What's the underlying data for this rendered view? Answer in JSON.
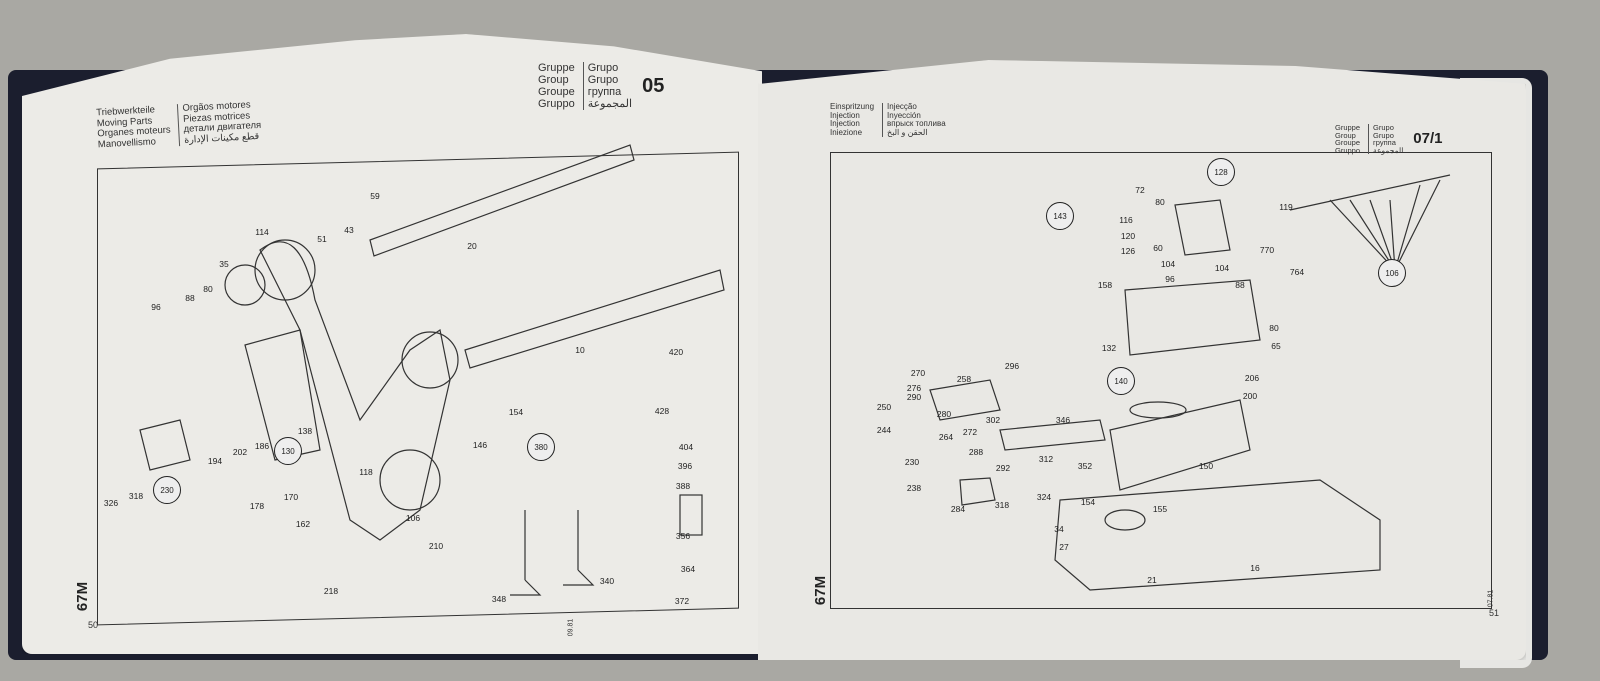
{
  "left_page": {
    "title_lines_a": [
      "Triebwerkteile",
      "Moving Parts",
      "Organes moteurs",
      "Manovellismo"
    ],
    "title_lines_b": [
      "Orgãos motores",
      "Piezas motrices",
      "детали двигателя",
      "قطع مكينات الإدارة"
    ],
    "group_labels_a": [
      "Gruppe",
      "Group",
      "Groupe",
      "Gruppo"
    ],
    "group_labels_b": [
      "Grupo",
      "Grupo",
      "группа",
      "المجموعة"
    ],
    "group_number": "05",
    "side_code": "67M",
    "page_number": "50",
    "date": "09.81",
    "part_numbers": [
      "59",
      "20",
      "114",
      "51",
      "43",
      "35",
      "96",
      "88",
      "80",
      "10",
      "420",
      "428",
      "154",
      "146",
      "380",
      "404",
      "396",
      "388",
      "356",
      "364",
      "372",
      "348",
      "340",
      "218",
      "210",
      "106",
      "162",
      "178",
      "170",
      "118",
      "130",
      "138",
      "186",
      "202",
      "194",
      "230",
      "326",
      "318"
    ]
  },
  "right_page": {
    "title_lines_a": [
      "Einspritzung",
      "Injection",
      "Injection",
      "Iniezione"
    ],
    "title_lines_b": [
      "Injecção",
      "Inyección",
      "впрыск топлива",
      "الحقن و البخ"
    ],
    "group_labels_a": [
      "Gruppe",
      "Group",
      "Groupe",
      "Gruppo"
    ],
    "group_labels_b": [
      "Grupo",
      "Grupo",
      "группа",
      "المجموعة"
    ],
    "group_number": "07/1",
    "side_code": "67M",
    "page_number": "51",
    "date": "07.81",
    "part_numbers": [
      "128",
      "72",
      "80",
      "143",
      "119",
      "116",
      "120",
      "126",
      "60",
      "104",
      "104",
      "96",
      "770",
      "764",
      "88",
      "106",
      "158",
      "80",
      "65",
      "132",
      "270",
      "276",
      "258",
      "296",
      "140",
      "206",
      "200",
      "290",
      "250",
      "280",
      "302",
      "346",
      "264",
      "244",
      "272",
      "288",
      "312",
      "230",
      "352",
      "150",
      "292",
      "238",
      "318",
      "324",
      "284",
      "154",
      "155",
      "34",
      "27",
      "21",
      "16"
    ]
  }
}
